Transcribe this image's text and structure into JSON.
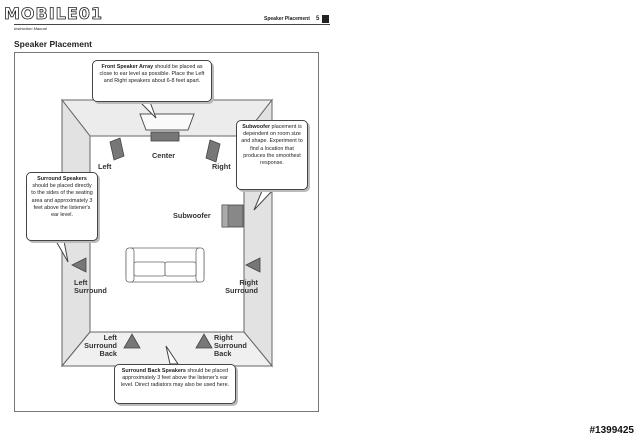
{
  "header": {
    "logo_text": "MOBILE01",
    "title": "Speaker Placement",
    "page_number": "5",
    "manual_label": "Instruction Manual"
  },
  "section_title": "Speaker Placement",
  "speakers": {
    "left": "Left",
    "center": "Center",
    "right": "Right",
    "subwoofer": "Subwoofer",
    "left_surround_1": "Left",
    "left_surround_2": "Surround",
    "right_surround_1": "Right",
    "right_surround_2": "Surround",
    "left_surround_back_1": "Left",
    "left_surround_back_2": "Surround",
    "left_surround_back_3": "Back",
    "right_surround_back_1": "Right",
    "right_surround_back_2": "Surround",
    "right_surround_back_3": "Back"
  },
  "callouts": {
    "front": {
      "bold": "Front Speaker Array",
      "text": " should be placed as close to ear level as possible. Place the Left and Right speakers about 6-8 feet apart."
    },
    "subwoofer": {
      "bold": "Subwoofer",
      "text": " placement is dependent on room size and shape. Experiment to find a location that produces the smoothest response."
    },
    "surround": {
      "bold": "Surround Speakers",
      "text": " should be placed directly to the sides of the seating area and approximately 3 feet above the listener's ear level."
    },
    "surround_back": {
      "bold": "Surround Back Speakers",
      "text": " should be placed approximately 3 feet above the listener's ear level. Direct radiators may also be used here."
    }
  },
  "watermark": "#1399425",
  "colors": {
    "wall": "#e9e9e9",
    "line": "#555555",
    "speaker": "#777777"
  }
}
